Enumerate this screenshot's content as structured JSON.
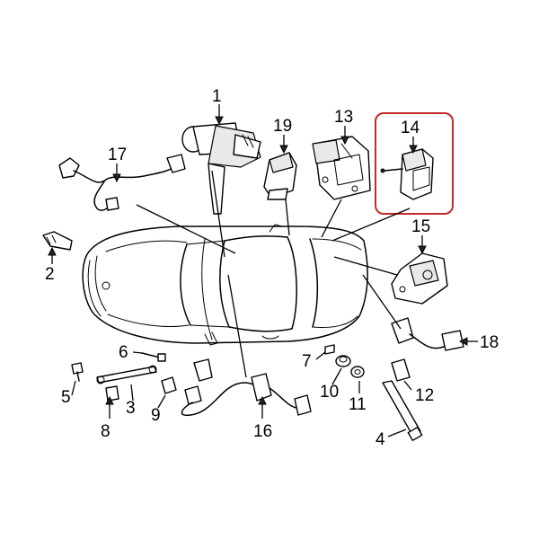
{
  "callouts": [
    {
      "id": "part-1-callout",
      "label": "1"
    },
    {
      "id": "part-2-callout",
      "label": "2"
    },
    {
      "id": "part-3-callout",
      "label": "3"
    },
    {
      "id": "part-4-callout",
      "label": "4"
    },
    {
      "id": "part-5-callout",
      "label": "5"
    },
    {
      "id": "part-6-callout",
      "label": "6"
    },
    {
      "id": "part-7-callout",
      "label": "7"
    },
    {
      "id": "part-8-callout",
      "label": "8"
    },
    {
      "id": "part-9-callout",
      "label": "9"
    },
    {
      "id": "part-10-callout",
      "label": "10"
    },
    {
      "id": "part-11-callout",
      "label": "11"
    },
    {
      "id": "part-12-callout",
      "label": "12"
    },
    {
      "id": "part-13-callout",
      "label": "13"
    },
    {
      "id": "part-14-callout",
      "label": "14"
    },
    {
      "id": "part-15-callout",
      "label": "15"
    },
    {
      "id": "part-16-callout",
      "label": "16"
    },
    {
      "id": "part-17-callout",
      "label": "17"
    },
    {
      "id": "part-18-callout",
      "label": "18"
    },
    {
      "id": "part-19-callout",
      "label": "19"
    }
  ],
  "highlight": {
    "part": "14",
    "color": "#c62828"
  },
  "icons": {
    "vehicle": "car-outline-icon"
  }
}
